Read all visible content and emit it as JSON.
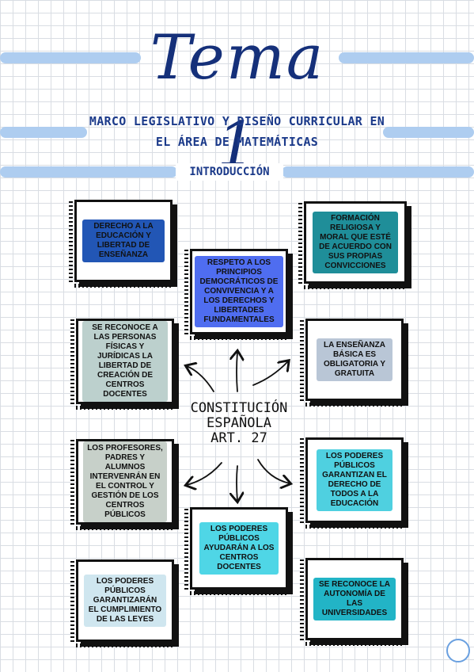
{
  "title": "Tema 1",
  "subtitle_line1": "MARCO LEGISLATIVO Y DISEÑO CURRICULAR EN",
  "subtitle_line2": "EL ÁREA DE MATEMÁTICAS",
  "section": "INTRODUCCIÓN",
  "center": {
    "line1": "CONSTITUCIÓN",
    "line2": "ESPAÑOLA",
    "line3": "ART. 27"
  },
  "cards": {
    "derecho": "DERECHO A LA EDUCACIÓN Y LIBERTAD DE ENSEÑANZA",
    "formacion": "FORMACIÓN RELIGIOSA Y MORAL QUE ESTÉ DE ACUERDO CON SUS PROPIAS CONVICCIONES",
    "respeto": "RESPETO A LOS PRINCIPIOS DEMOCRÁTICOS DE CONVIVENCIA Y A LOS DERECHOS Y LIBERTADES FUNDAMENTALES",
    "personas": "SE RECONOCE A LAS PERSONAS FÍSICAS Y JURÍDICAS LA LIBERTAD DE CREACIÓN DE CENTROS DOCENTES",
    "basica": "LA ENSEÑANZA BÁSICA ES OBLIGATORIA Y GRATUITA",
    "profes": "LOS PROFESORES, PADRES Y ALUMNOS INTERVENRÁN EN EL CONTROL Y GESTIÓN DE LOS CENTROS PÚBLICOS",
    "poderes_garantizan": "LOS PODERES PÚBLICOS GARANTIZAN EL DERECHO DE TODOS A LA EDUCACIÓN",
    "ayudaran": "LOS PODERES PÚBLICOS AYUDARÁN A LOS CENTROS DOCENTES",
    "leyes": "LOS PODERES PÚBLICOS GARANTIZARÁN EL CUMPLIMIENTO DE LAS LEYES",
    "autonomia": "SE RECONOCE LA AUTONOMÍA DE LAS UNIVERSIDADES"
  },
  "colors": {
    "title": "#15307a",
    "stripe": "#aecdf0",
    "derecho": "#2256b5",
    "formacion": "#1f8e99",
    "respeto": "#4f6df0",
    "poderes": "#4fd0e0",
    "autonomia": "#22b4c6"
  }
}
